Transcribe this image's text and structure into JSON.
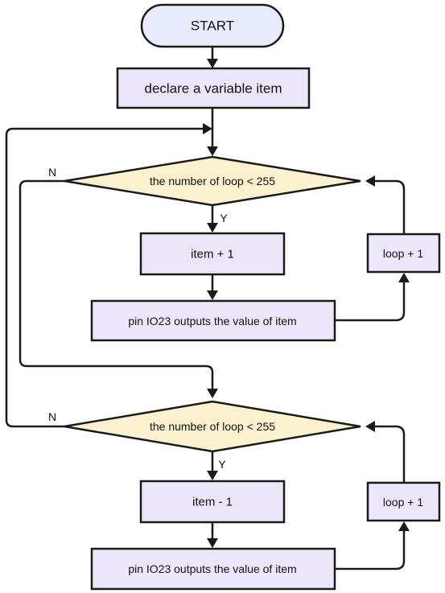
{
  "flowchart": {
    "start": "START",
    "declare": "declare a variable item",
    "loop1": {
      "condition": "the number of loop < 255",
      "yes": "Y",
      "no": "N",
      "step": "item + 1",
      "output": "pin IO23 outputs the value of item",
      "increment": "loop + 1"
    },
    "loop2": {
      "condition": "the number of loop < 255",
      "yes": "Y",
      "no": "N",
      "step": "item - 1",
      "output": "pin IO23 outputs the value of item",
      "increment": "loop + 1"
    }
  },
  "colors": {
    "process_fill": "#ebe6fa",
    "decision_fill": "#fbf1cf",
    "terminal_fill": "#e8ebfb",
    "stroke": "#1a1a1a"
  }
}
